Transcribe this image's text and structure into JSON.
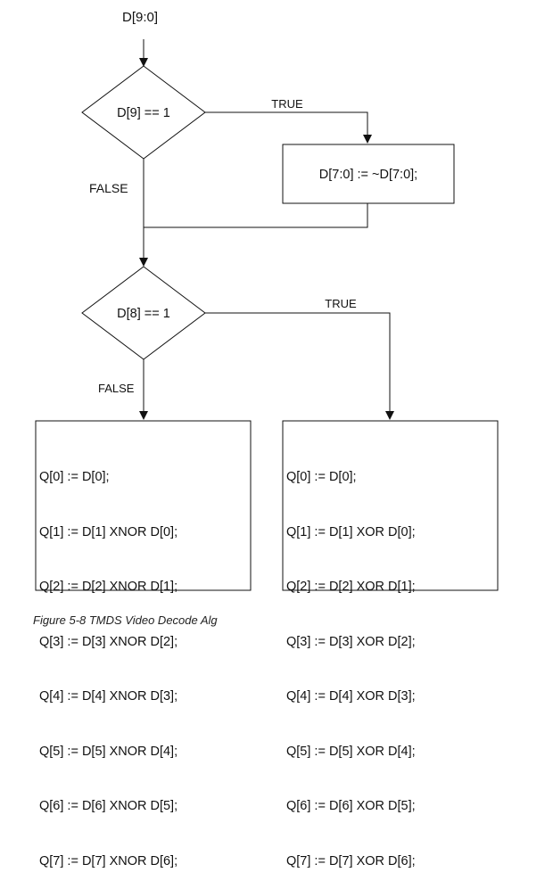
{
  "diagram": {
    "input_label": "D[9:0]",
    "decision1": {
      "text": "D[9] == 1",
      "true_label": "TRUE",
      "false_label": "FALSE"
    },
    "process1": {
      "text": "D[7:0] := ~D[7:0];"
    },
    "decision2": {
      "text": "D[8] == 1",
      "true_label": "TRUE",
      "false_label": "FALSE"
    },
    "left_box": {
      "lines": [
        "Q[0] := D[0];",
        "Q[1] := D[1] XNOR D[0];",
        "Q[2] := D[2] XNOR D[1];",
        "Q[3] := D[3] XNOR D[2];",
        "Q[4] := D[4] XNOR D[3];",
        "Q[5] := D[5] XNOR D[4];",
        "Q[6] := D[6] XNOR D[5];",
        "Q[7] := D[7] XNOR D[6];"
      ]
    },
    "right_box": {
      "lines": [
        "Q[0] := D[0];",
        "Q[1] := D[1] XOR D[0];",
        "Q[2] := D[2] XOR D[1];",
        "Q[3] := D[3] XOR D[2];",
        "Q[4] := D[4] XOR D[3];",
        "Q[5] := D[5] XOR D[4];",
        "Q[6] := D[6] XOR D[5];",
        "Q[7] := D[7] XOR D[6];"
      ]
    }
  },
  "caption": "Figure 5-8 TMDS Video Decode Alg"
}
